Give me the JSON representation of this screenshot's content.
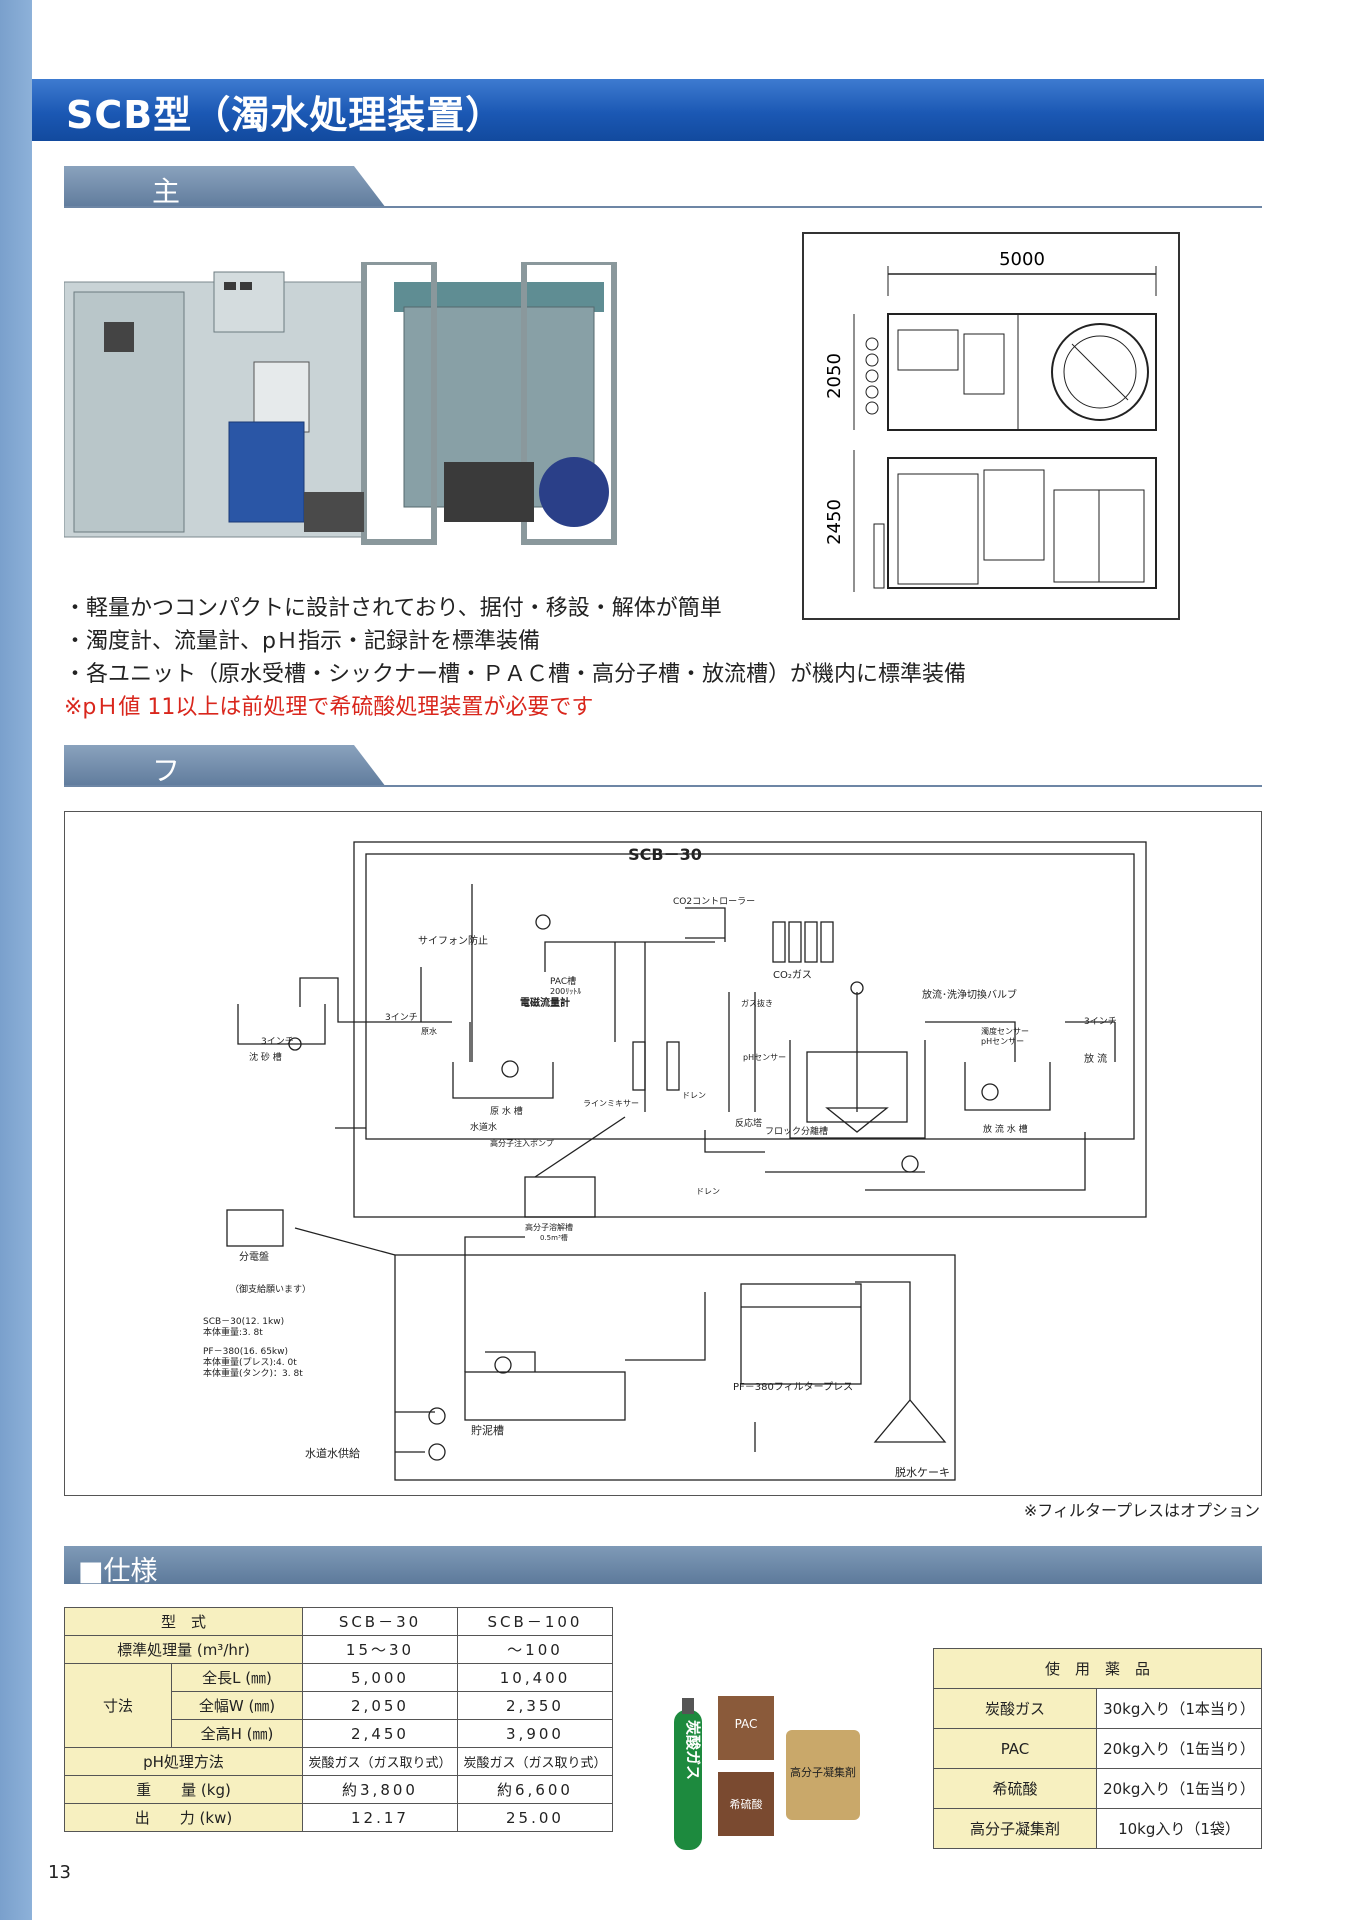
{
  "title": "SCB型（濁水処理装置）",
  "sections": {
    "features_heading": "主な特徴",
    "flow_heading": "フロー図",
    "spec_heading": "■仕様"
  },
  "plan_dims": {
    "width": "5000",
    "depth": "2050",
    "height": "2450"
  },
  "features": [
    "・軽量かつコンパクトに設計されており、据付・移設・解体が簡単",
    "・濁度計、流量計、pＨ指示・記録計を標準装備",
    "・各ユニット（原水受槽・シックナー槽・ＰＡＣ槽・高分子槽・放流槽）が機内に標準装備"
  ],
  "warning": "※pＨ値 11以上は前処理で希硫酸処理装置が必要です",
  "flow": {
    "title": "SCB－30",
    "labels": {
      "co2_controller": "CO2コントローラー",
      "co2_gas": "CO₂ガス",
      "siphon": "サイフォン防止",
      "pac_tank": "PAC槽",
      "pac_vol": "200ﾘｯﾄﾙ",
      "flowmeter": "電磁流量計",
      "gas_vent": "ガス抜き",
      "discharge_valve": "放流･洗浄切換バルブ",
      "turbidity_sensor": "濁度センサー",
      "ph_sensor_r": "pHセンサー",
      "inch3_right": "3インチ",
      "discharge": "放 流",
      "inch3_in": "3インチ",
      "raw_water": "原水",
      "inch3_pump": "3インチ",
      "sand_tank": "沈 砂 槽",
      "ph_sensor": "pHセンサー",
      "drain1": "ドレン",
      "line_mixer": "ラインミキサー",
      "raw_tank": "原 水 槽",
      "tap_water": "水道水",
      "polymer_pump": "高分子注入ポンプ",
      "reaction_tower": "反応塔",
      "floc_tank": "フロック分離槽",
      "discharge_tank": "放 流 水 槽",
      "drain2": "ドレン",
      "polymer_tank": "高分子溶解槽",
      "polymer_vol": "0.5m³槽",
      "panel": "分電盤",
      "panel_note": "（御支給願います）",
      "scb_spec1": "SCB－30(12. 1kw)",
      "scb_spec2": "本体重量:3. 8t",
      "pf_spec1": "PF－380(16. 65kw)",
      "pf_spec2": "本体重量(プレス):4. 0t",
      "pf_spec3": "本体重量(タンク)：3. 8t",
      "sludge_tank": "貯泥槽",
      "filter_press": "PF－380フィルタープレス",
      "tap_supply": "水道水供給",
      "cake": "脱水ケーキ"
    }
  },
  "flow_note": "※フィルタープレスはオプション",
  "spec_table": {
    "header": [
      "型　式",
      "SCB－30",
      "SCB－100"
    ],
    "rows": [
      {
        "label": "標準処理量 (m³/hr)",
        "v1": "15～30",
        "v2": "～100"
      },
      {
        "group": "寸法",
        "label": "全長L (㎜)",
        "v1": "5,000",
        "v2": "10,400"
      },
      {
        "label": "全幅W (㎜)",
        "v1": "2,050",
        "v2": "2,350"
      },
      {
        "label": "全高H (㎜)",
        "v1": "2,450",
        "v2": "3,900"
      },
      {
        "label": "pH処理方法",
        "v1": "炭酸ガス（ガス取り式）",
        "v2": "炭酸ガス（ガス取り式）"
      },
      {
        "label": "重　　量 (kg)",
        "v1": "約3,800",
        "v2": "約6,600"
      },
      {
        "label": "出　　力 (kw)",
        "v1": "12.17",
        "v2": "25.00"
      }
    ]
  },
  "chemicals": {
    "header": "使　用　薬　品",
    "rows": [
      {
        "name": "炭酸ガス",
        "qty": "30kg入り（1本当り）"
      },
      {
        "name": "PAC",
        "qty": "20kg入り（1缶当り）"
      },
      {
        "name": "希硫酸",
        "qty": "20kg入り（1缶当り）"
      },
      {
        "name": "高分子凝集剤",
        "qty": "10kg入り（1袋）"
      }
    ],
    "image_labels": {
      "gas": "炭酸ガス",
      "pac": "PAC",
      "acid": "希硫酸",
      "polymer": "高分子凝集剤"
    }
  },
  "page_number": "13"
}
